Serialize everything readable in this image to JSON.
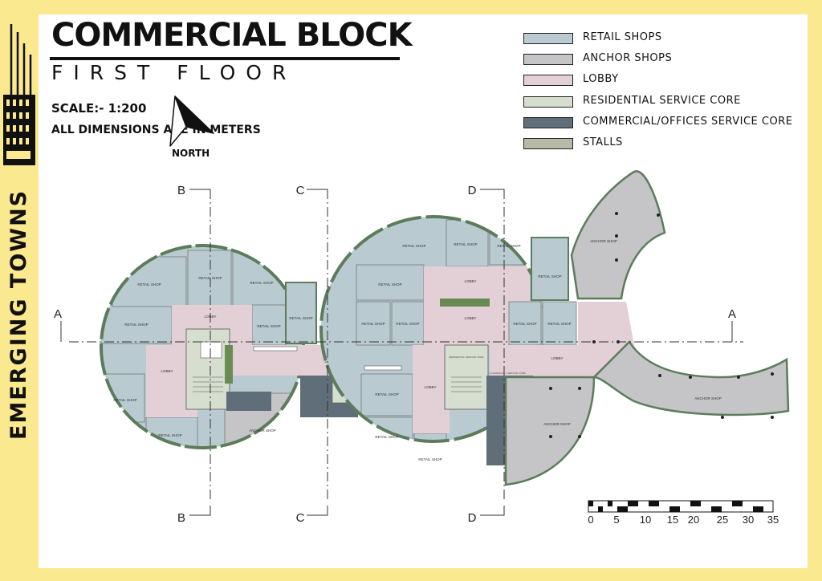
{
  "sidebar": {
    "title": "EMERGING TOWNS"
  },
  "header": {
    "title": "COMMERCIAL BLOCK",
    "subtitle": "FIRST FLOOR"
  },
  "info": {
    "scale": "SCALE:- 1:200",
    "dimensions": "ALL DIMENSIONS ARE IN METERS",
    "north": "NORTH"
  },
  "colors": {
    "retail": "#b9cbd1",
    "anchor": "#c5c4c6",
    "lobby": "#e3cfd6",
    "residential_core": "#d5decf",
    "commercial_core": "#5f6e78",
    "stalls": "#b8b9a6",
    "wall": "#5c7c5c",
    "page_border": "#fbe98f"
  },
  "legend": [
    {
      "key": "retail",
      "label": "RETAIL SHOPS"
    },
    {
      "key": "anchor",
      "label": "ANCHOR SHOPS"
    },
    {
      "key": "lobby",
      "label": "LOBBY"
    },
    {
      "key": "residential_core",
      "label": "RESIDENTIAL SERVICE CORE"
    },
    {
      "key": "commercial_core",
      "label": "COMMERCIAL/OFFICES SERVICE CORE"
    },
    {
      "key": "stalls",
      "label": "STALLS"
    }
  ],
  "plan": {
    "retail_label": "RETAIL SHOP",
    "anchor_label": "ANCHOR SHOP",
    "lobby_label": "LOBBY",
    "residential_core_label": "RESIDENTIAL SERVICE CORE",
    "commercial_core_label": "COMMERCIAL / SERVICE CORE",
    "section_labels": {
      "a": "A",
      "b": "B",
      "c": "C",
      "d": "D"
    }
  },
  "scale_bar": {
    "ticks": [
      "0",
      "5",
      "10",
      "15",
      "20",
      "25",
      "30",
      "35"
    ]
  }
}
